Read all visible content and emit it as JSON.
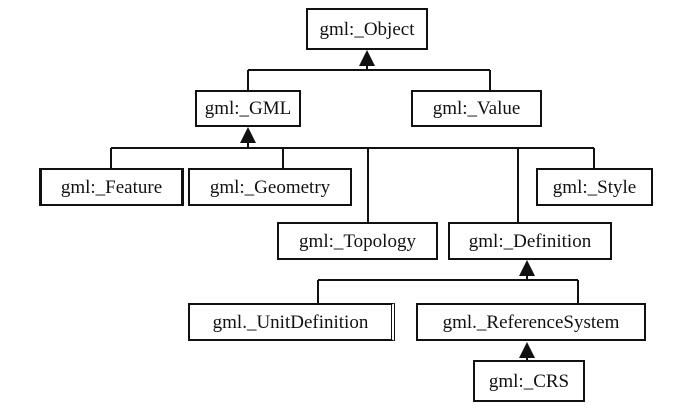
{
  "nodes": {
    "object": "gml:_Object",
    "gml": "gml:_GML",
    "value": "gml:_Value",
    "feature": "gml:_Feature",
    "geometry": "gml:_Geometry",
    "style": "gml:_Style",
    "topology": "gml:_Topology",
    "definition": "gml:_Definition",
    "unit_definition": "gml._UnitDefinition",
    "reference_system": "gml._ReferenceSystem",
    "crs": "gml:_CRS"
  },
  "colors": {
    "line": "#111111",
    "box_border": "#111111",
    "background": "#ffffff"
  },
  "relations": [
    {
      "parent": "object",
      "children": [
        "gml",
        "value"
      ]
    },
    {
      "parent": "gml",
      "children": [
        "feature",
        "geometry",
        "topology",
        "definition",
        "style"
      ]
    },
    {
      "parent": "definition",
      "children": [
        "unit_definition",
        "reference_system"
      ]
    },
    {
      "parent": "reference_system",
      "children": [
        "crs"
      ]
    }
  ]
}
